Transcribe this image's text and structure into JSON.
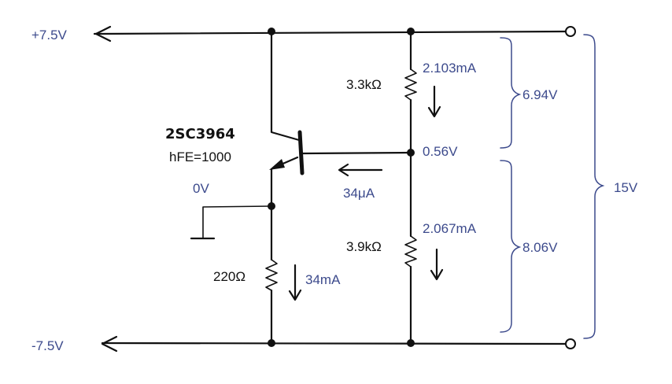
{
  "rails": {
    "positive": "+7.5V",
    "negative": "-7.5V"
  },
  "transistor": {
    "part": "2SC3964",
    "hfe": "hFE=1000"
  },
  "resistors": {
    "top_divider": "3.3kΩ",
    "bottom_divider": "3.9kΩ",
    "emitter": "220Ω"
  },
  "currents": {
    "top_divider": "2.103mA",
    "bottom_divider": "2.067mA",
    "base": "34μA",
    "emitter": "34mA"
  },
  "voltages": {
    "emitter_node": "0V",
    "base_node": "0.56V",
    "top_drop": "6.94V",
    "bottom_drop": "8.06V",
    "total": "15V"
  },
  "colors": {
    "wire": "#111111",
    "annotation": "#3c4a8c"
  }
}
